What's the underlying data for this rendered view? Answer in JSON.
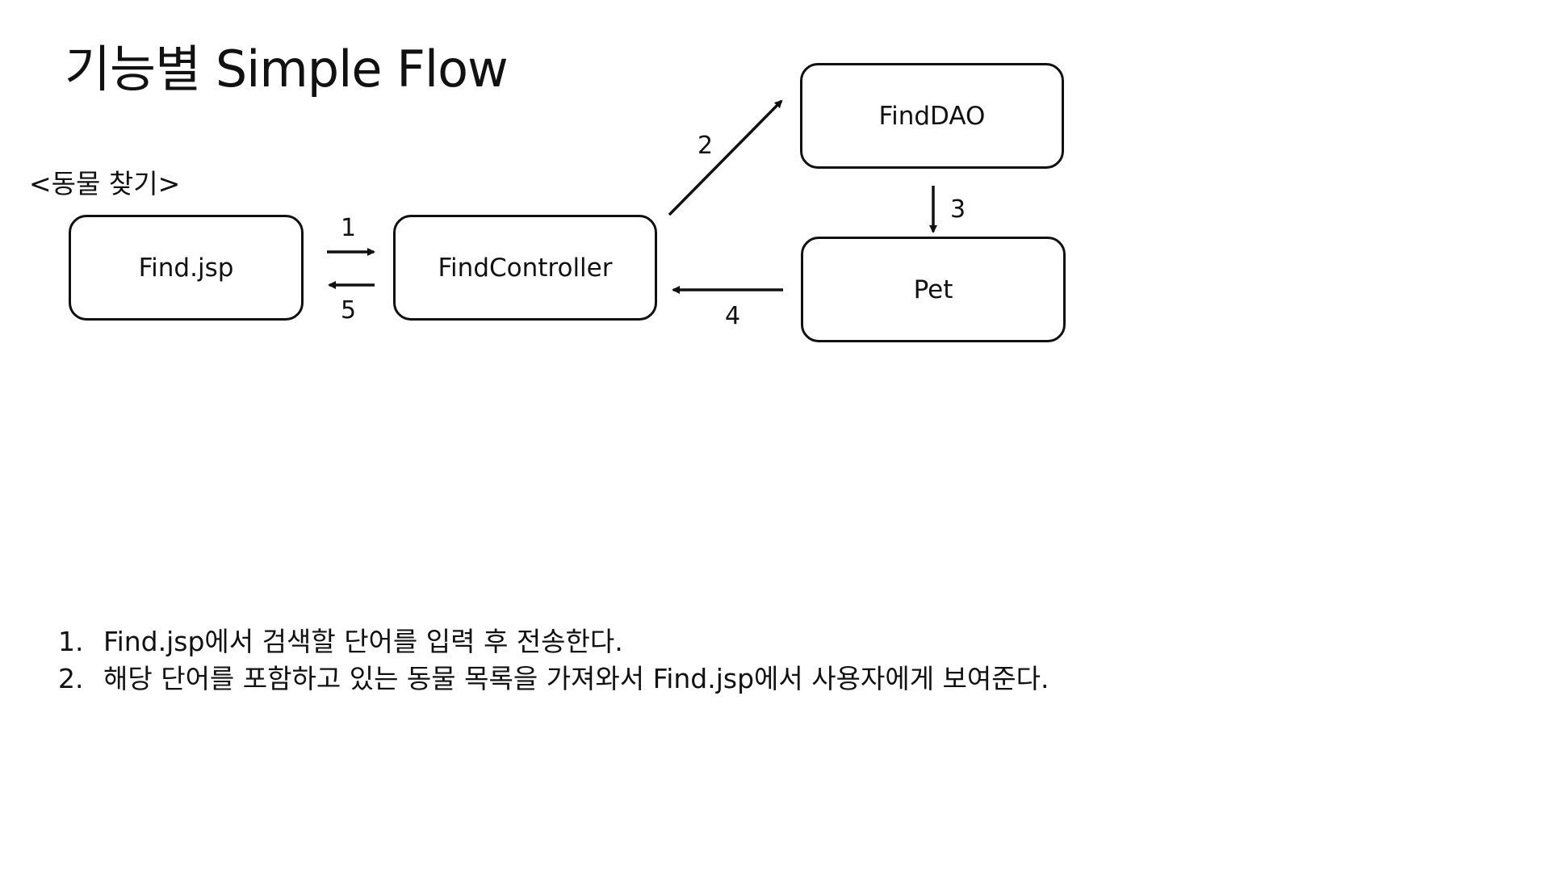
{
  "title": "기능별 Simple Flow",
  "section_label": "<동물 찾기>",
  "nodes": {
    "find_jsp": "Find.jsp",
    "find_controller": "FindController",
    "find_dao": "FindDAO",
    "pet": "Pet"
  },
  "steps": {
    "s1": "1",
    "s2": "2",
    "s3": "3",
    "s4": "4",
    "s5": "5"
  },
  "notes": [
    {
      "num": "1.",
      "text": "Find.jsp에서 검색할 단어를 입력 후 전송한다."
    },
    {
      "num": "2.",
      "text": "해당 단어를 포함하고 있는 동물 목록을 가져와서 Find.jsp에서 사용자에게 보여준다."
    }
  ],
  "colors": {
    "stroke": "#111111",
    "background": "#ffffff"
  }
}
